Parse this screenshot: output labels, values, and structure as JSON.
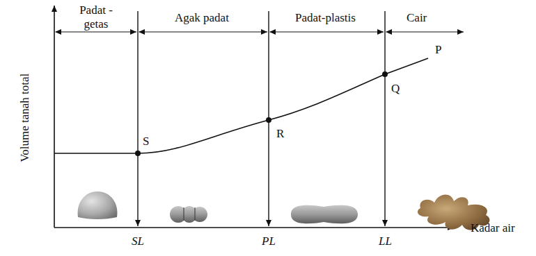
{
  "diagram": {
    "labels": [
      "Padat - getas",
      "Agak padat",
      "Padat-plastis",
      "Cair",
      "S",
      "R",
      "Q",
      "P",
      "SL",
      "PL",
      "LL",
      "Kadar air",
      "Volume tanah total"
    ]
  }
}
